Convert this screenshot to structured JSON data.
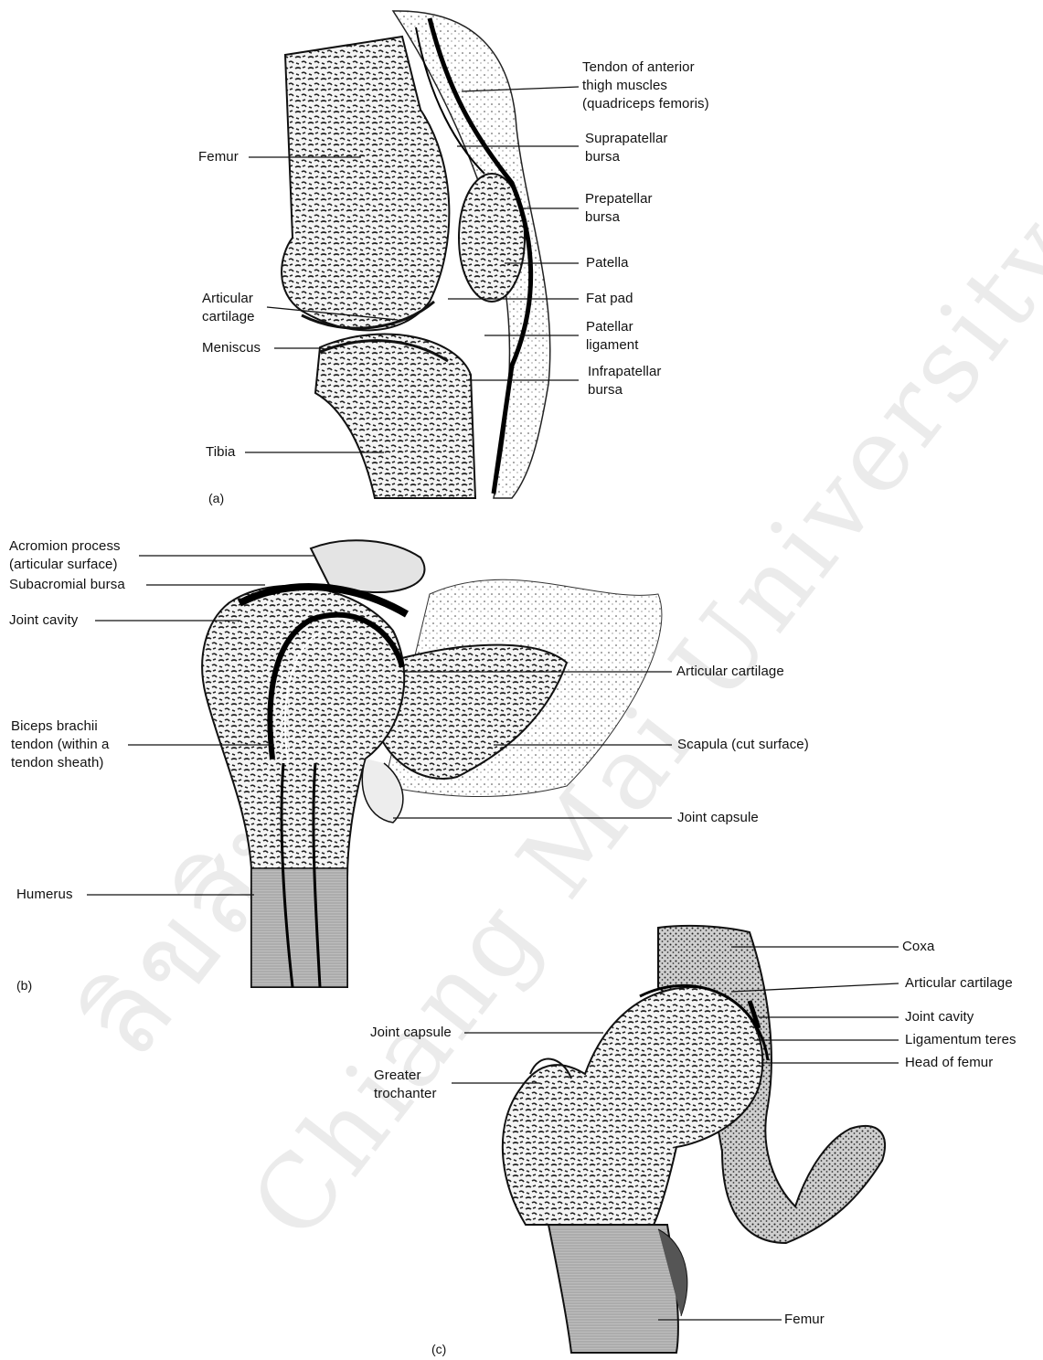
{
  "panels": {
    "a": {
      "letter": "(a)",
      "labels": {
        "tendon": "Tendon of anterior\nthigh muscles\n(quadriceps femoris)",
        "suprapatellar": "Suprapatellar\nbursa",
        "femur": "Femur",
        "prepatellar": "Prepatellar\nbursa",
        "patella": "Patella",
        "articular_cartilage": "Articular\ncartilage",
        "fat_pad": "Fat pad",
        "patellar_ligament": "Patellar\nligament",
        "meniscus": "Meniscus",
        "infrapatellar": "Infrapatellar\nbursa",
        "tibia": "Tibia"
      }
    },
    "b": {
      "letter": "(b)",
      "labels": {
        "acromion": "Acromion process\n(articular surface)",
        "subacromial": "Subacromial bursa",
        "joint_cavity": "Joint cavity",
        "articular_cartilage": "Articular cartilage",
        "biceps": "Biceps brachii\ntendon (within a\ntendon sheath)",
        "scapula": "Scapula (cut surface)",
        "joint_capsule": "Joint capsule",
        "humerus": "Humerus"
      }
    },
    "c": {
      "letter": "(c)",
      "labels": {
        "coxa": "Coxa",
        "articular_cartilage": "Articular cartilage",
        "joint_cavity": "Joint cavity",
        "joint_capsule": "Joint capsule",
        "ligamentum_teres": "Ligamentum teres",
        "head_of_femur": "Head of femur",
        "greater_trochanter": "Greater\ntrochanter",
        "femur": "Femur"
      }
    }
  },
  "watermark": {
    "line1": "ลิขสิทธิ์",
    "line2": "Chiang Mai University"
  }
}
